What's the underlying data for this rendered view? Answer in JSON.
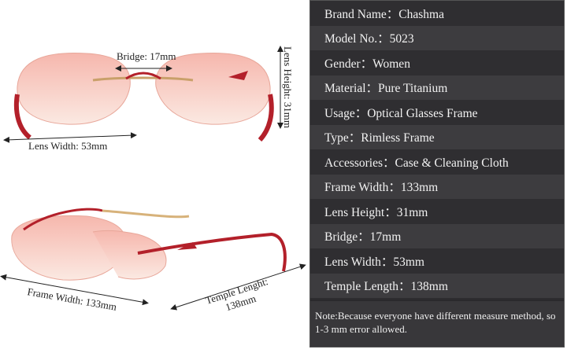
{
  "labels": {
    "bridge": "Bridge: 17mm",
    "lens_height": "Lens Height: 31mm",
    "lens_width": "Lens Width: 53mm",
    "frame_width": "Frame Width: 133mm",
    "temple_line1": "Temple Lenght:",
    "temple_line2": "138mm"
  },
  "specs": [
    "Brand Name：Chashma",
    "Model No.：5023",
    "Gender：Women",
    "Material：Pure Titanium",
    "Usage：Optical Glasses Frame",
    "Type：Rimless Frame",
    "Accessories：Case & Cleaning Cloth",
    "Frame Width：133mm",
    "Lens Height：31mm",
    "Bridge：17mm",
    "Lens Width：53mm",
    "Temple Length：138mm"
  ],
  "note": "Note:Because everyone have different measure method, so 1-3 mm error allowed.",
  "colors": {
    "frame": "#b3202a",
    "lens": "#f3c3b8",
    "panel": "#2e2d30"
  }
}
